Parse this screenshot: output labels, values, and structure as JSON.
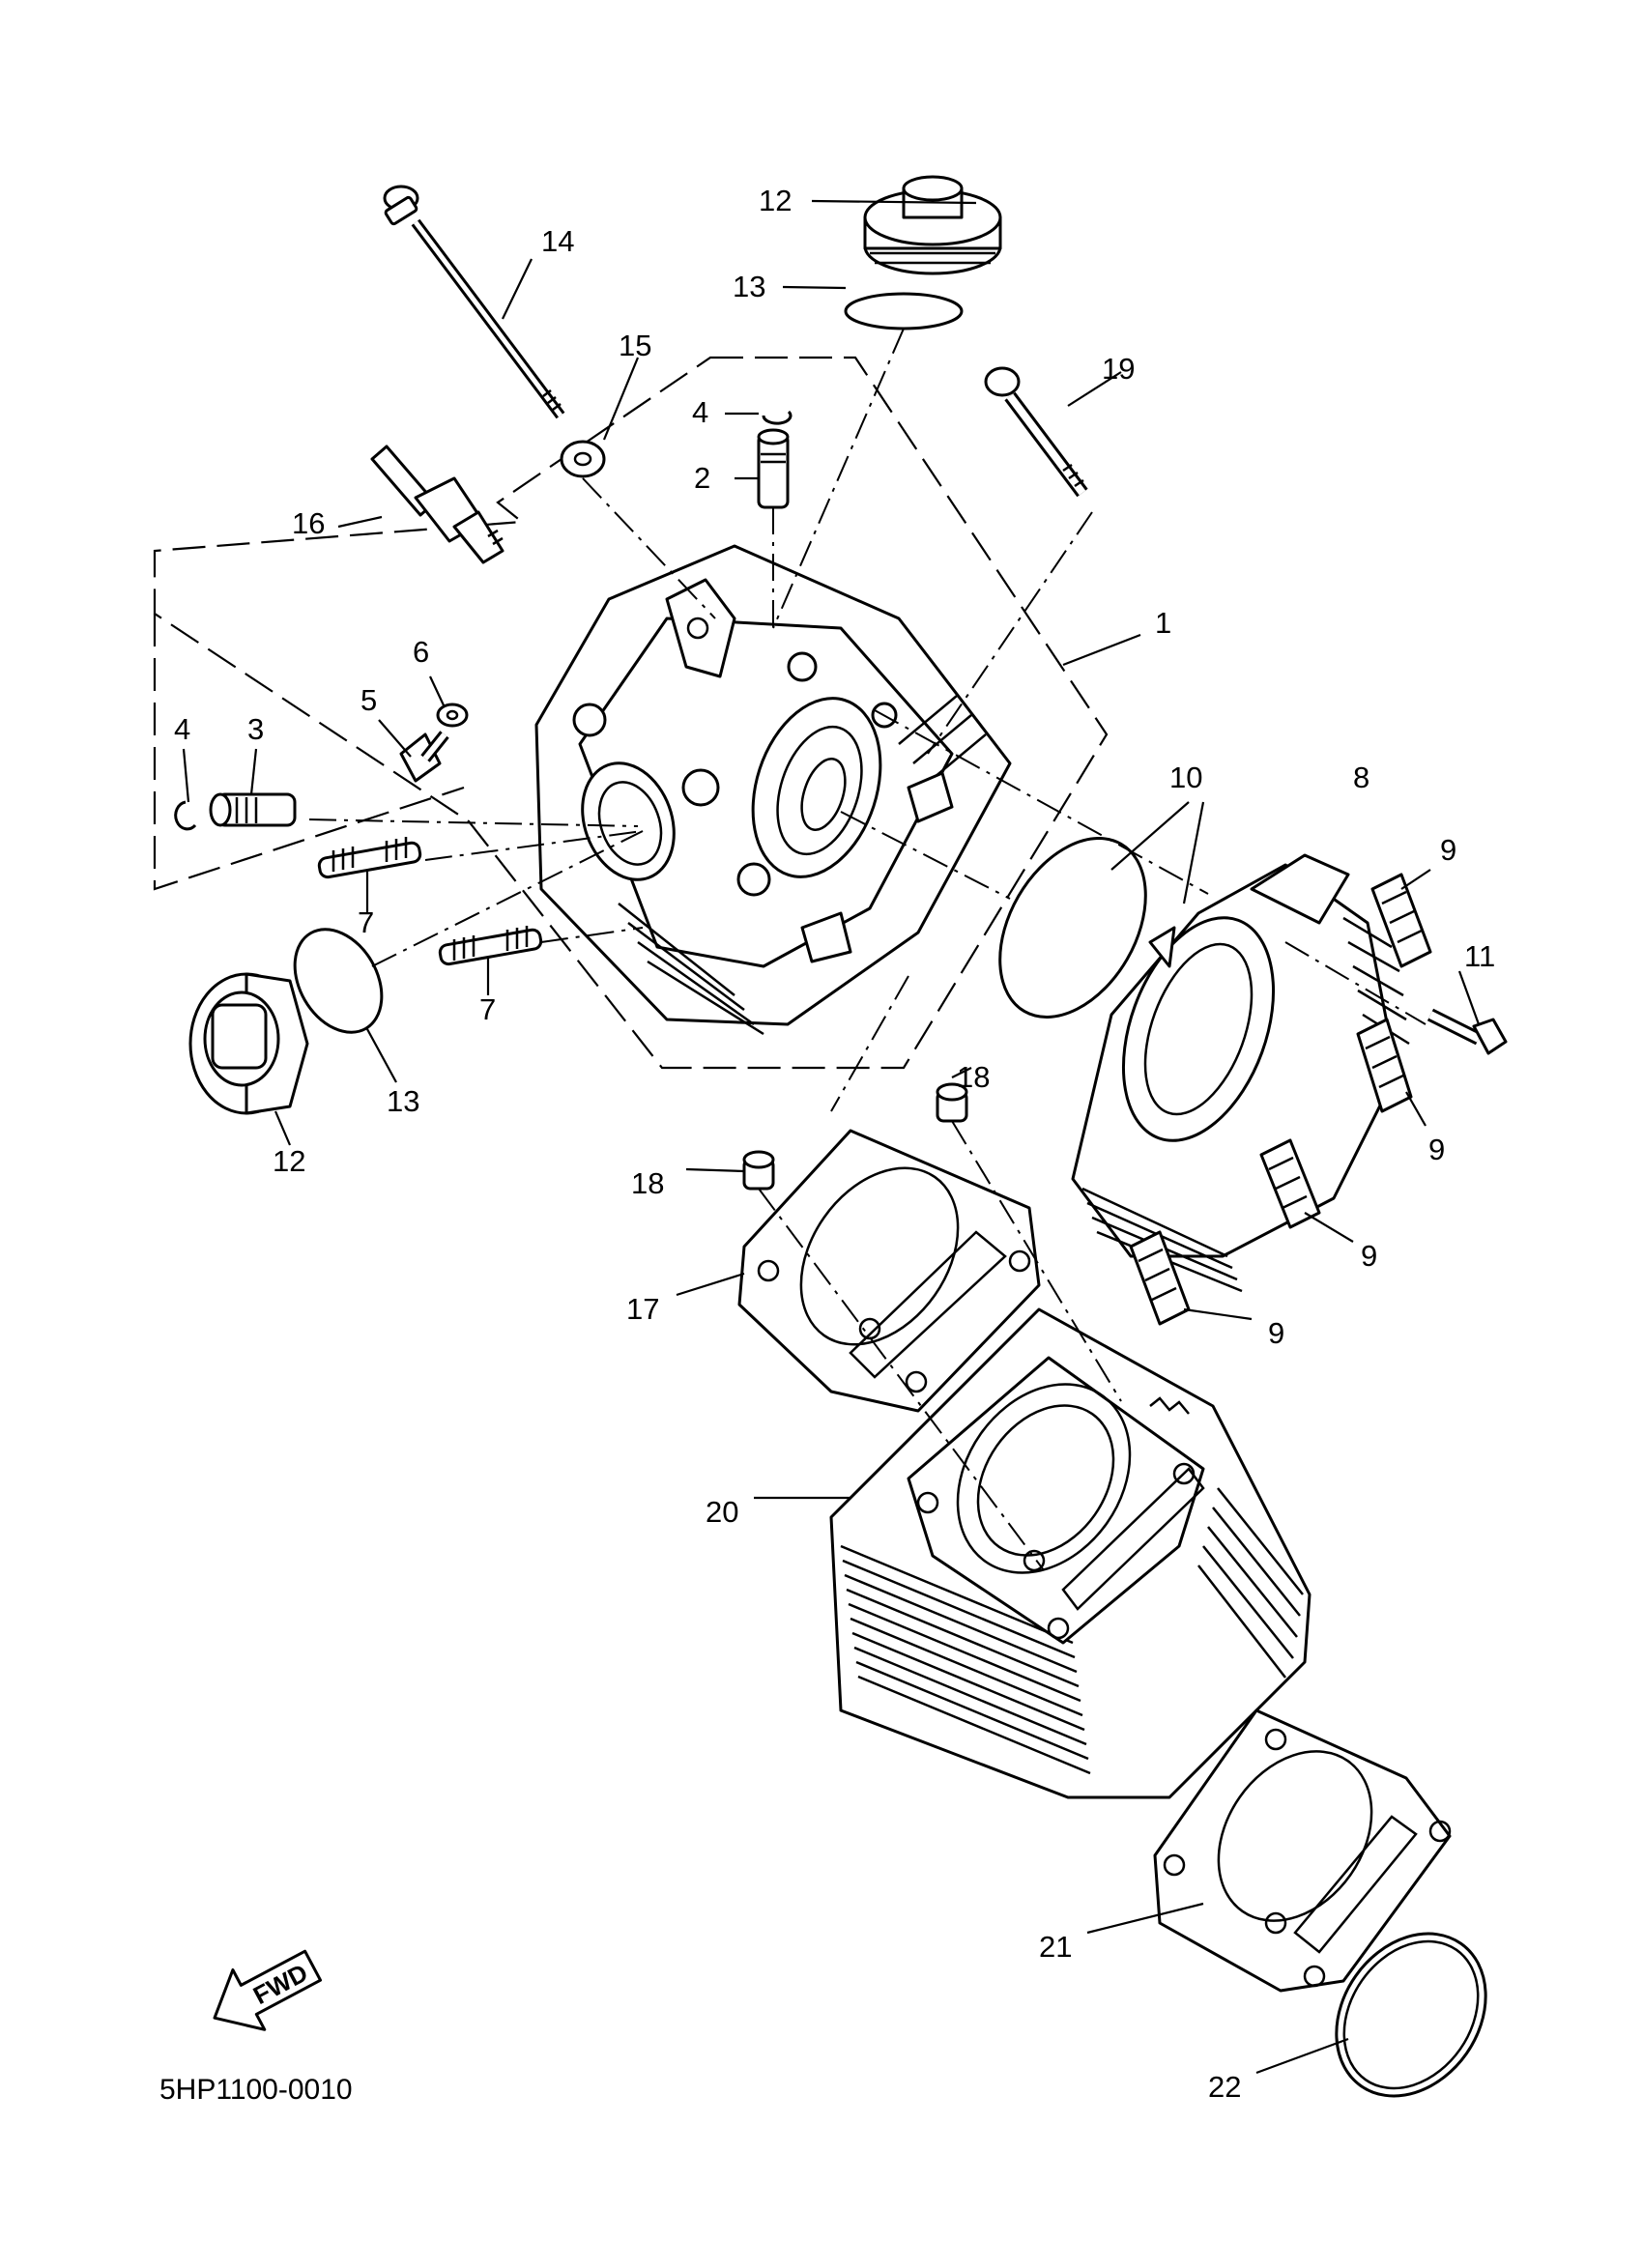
{
  "diagram_code": "5HP1100-0010",
  "fwd_label": "FWD",
  "labels": {
    "l1": "1",
    "l2": "2",
    "l3": "3",
    "l4a": "4",
    "l4b": "4",
    "l5": "5",
    "l6": "6",
    "l7a": "7",
    "l7b": "7",
    "l8": "8",
    "l9a": "9",
    "l9b": "9",
    "l9c": "9",
    "l9d": "9",
    "l10": "10",
    "l11": "11",
    "l12a": "12",
    "l12b": "12",
    "l13a": "13",
    "l13b": "13",
    "l14": "14",
    "l15": "15",
    "l16": "16",
    "l17": "17",
    "l18a": "18",
    "l18b": "18",
    "l19": "19",
    "l20": "20",
    "l21": "21",
    "l22": "22"
  },
  "colors": {
    "ink": "#000000",
    "paper": "#ffffff"
  }
}
